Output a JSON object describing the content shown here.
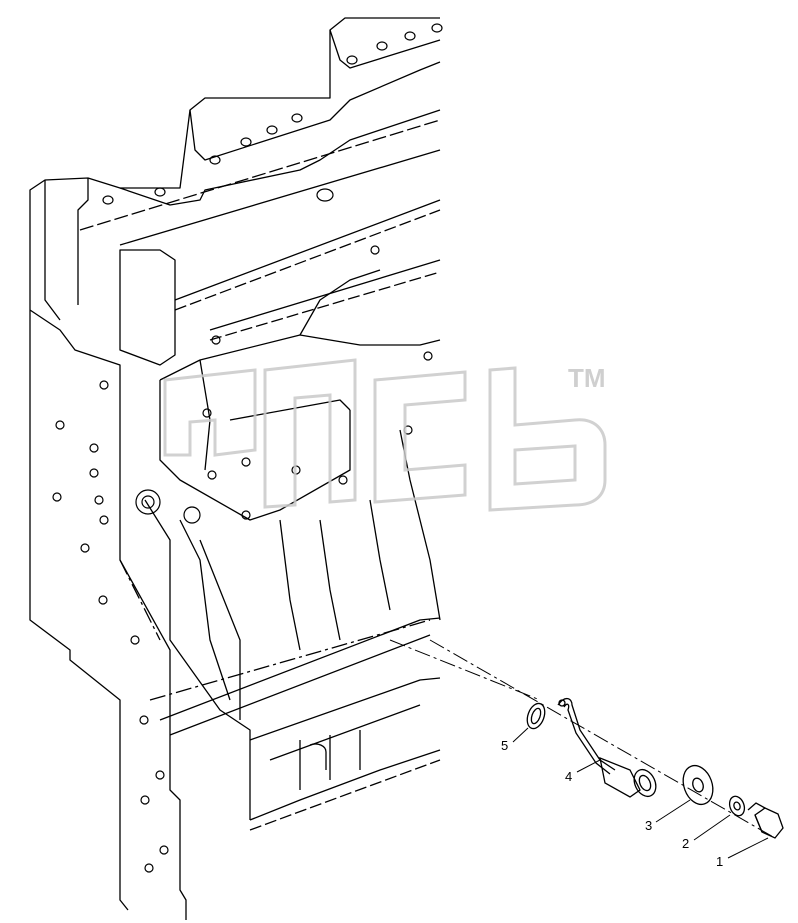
{
  "diagram": {
    "watermark": {
      "trademark": "TM"
    },
    "callouts": [
      {
        "number": "1"
      },
      {
        "number": "2"
      },
      {
        "number": "3"
      },
      {
        "number": "4"
      },
      {
        "number": "5"
      }
    ]
  }
}
